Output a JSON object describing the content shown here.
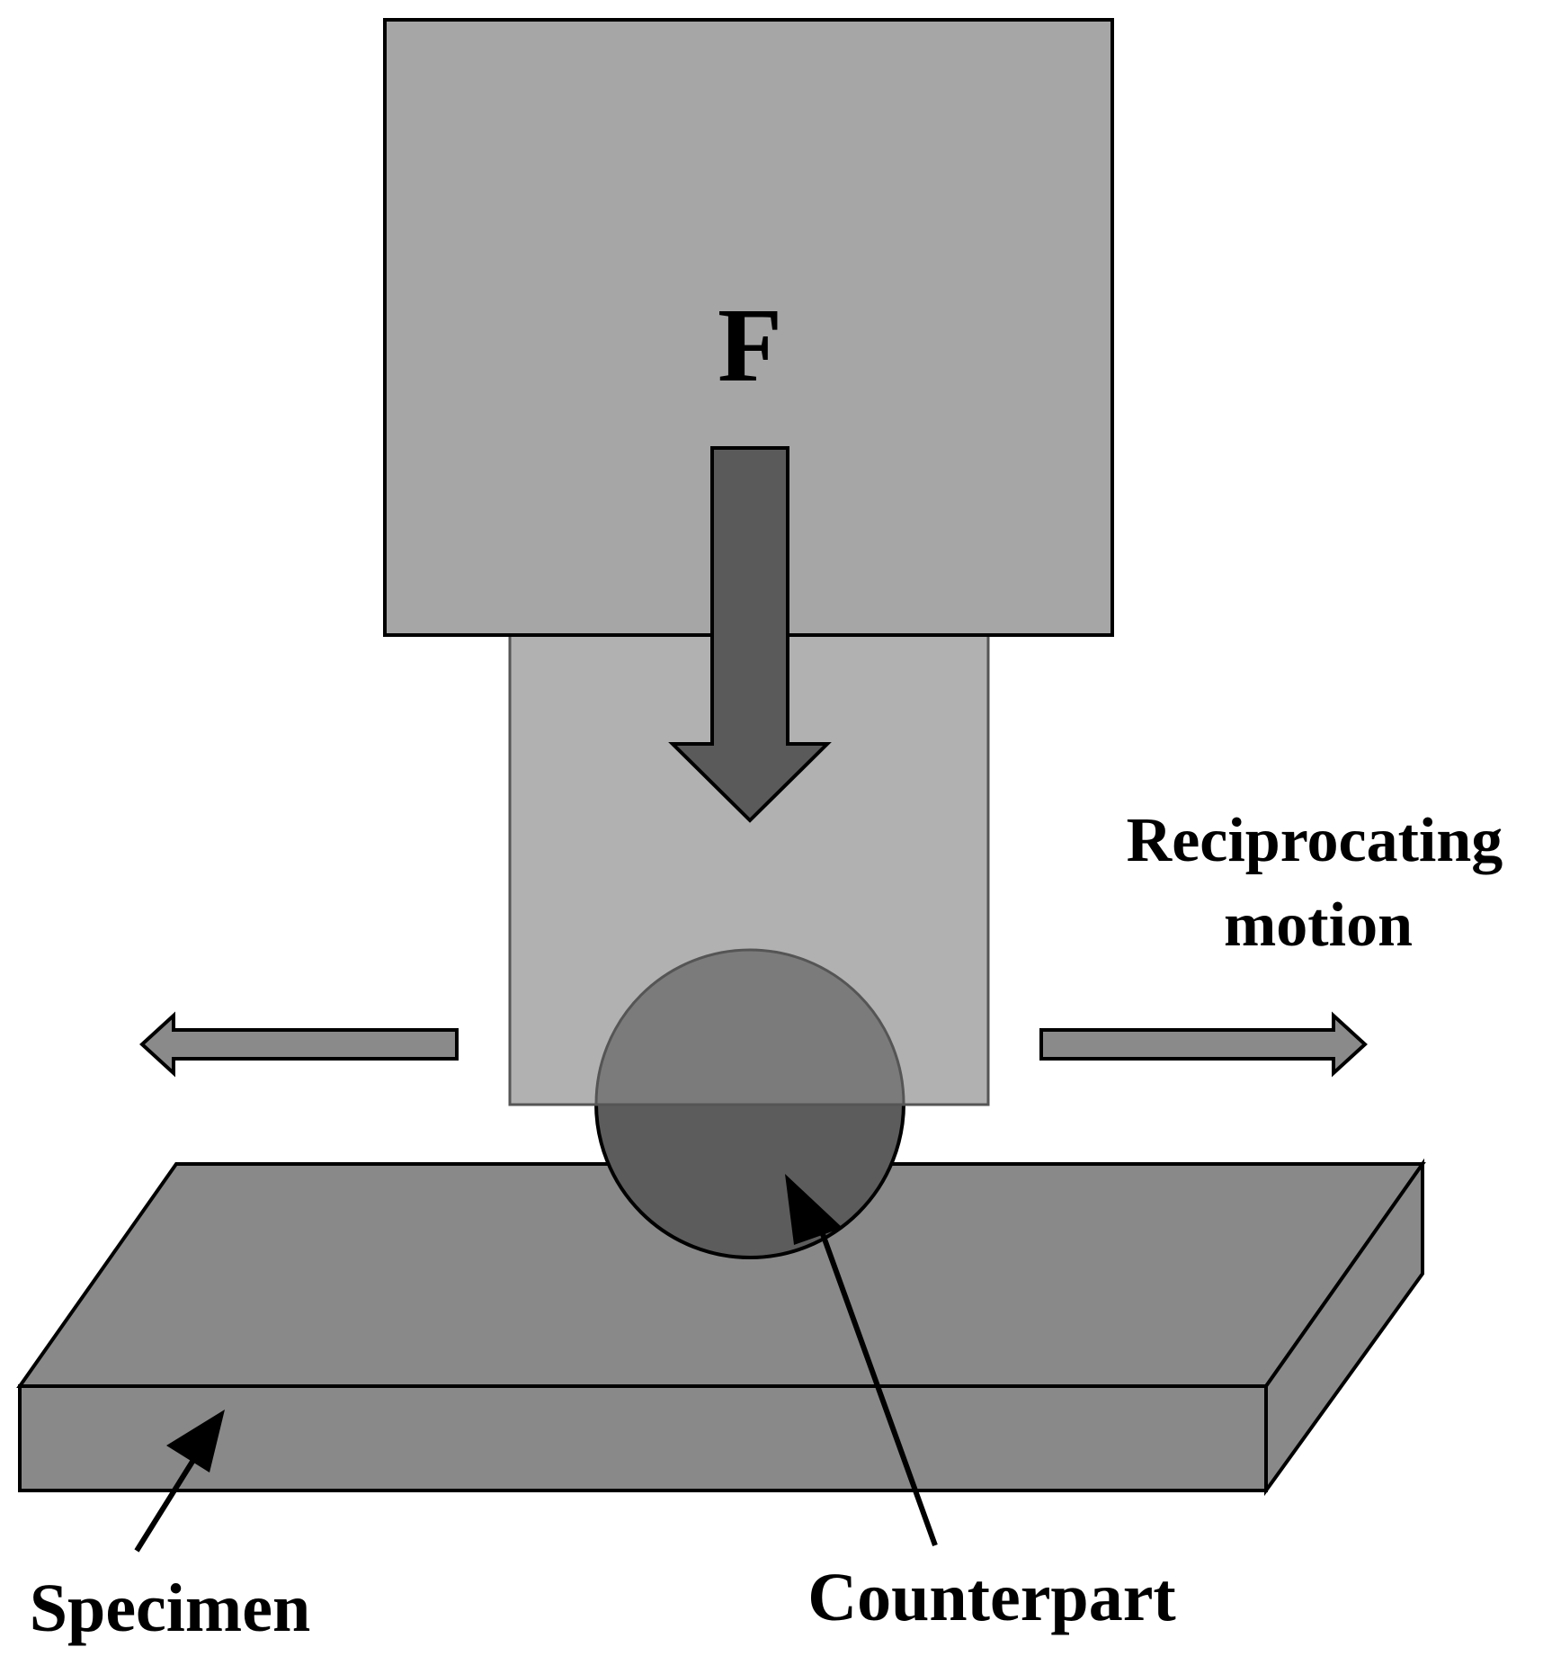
{
  "labels": {
    "force": "F",
    "motion_line1": "Reciprocating",
    "motion_line2": "motion",
    "specimen": "Specimen",
    "counterpart": "Counterpart"
  },
  "colors": {
    "background": "#ffffff",
    "upper_block": "#a6a6a6",
    "holder": "#b1b1b1",
    "force_arrow": "#5a5a5a",
    "ball_upper": "#7b7b7b",
    "ball_lower": "#5c5c5c",
    "specimen": "#898989",
    "motion_arrows": "#8a8a8a",
    "outline": "#000000"
  }
}
